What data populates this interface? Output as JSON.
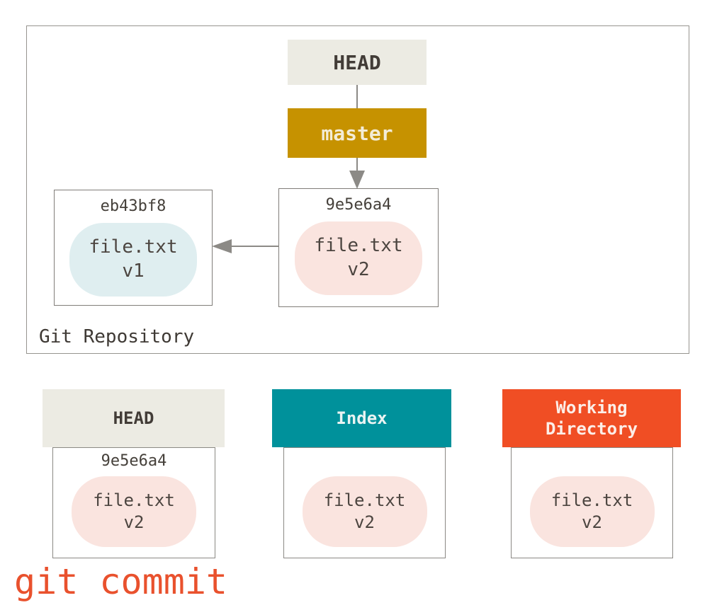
{
  "repo": {
    "label": "Git Repository",
    "head_ref": "HEAD",
    "branch_ref": "master",
    "commits": [
      {
        "hash": "eb43bf8",
        "file": "file.txt",
        "version": "v1"
      },
      {
        "hash": "9e5e6a4",
        "file": "file.txt",
        "version": "v2"
      }
    ]
  },
  "trees": [
    {
      "title": "HEAD",
      "hash": "9e5e6a4",
      "file": "file.txt",
      "version": "v2"
    },
    {
      "title": "Index",
      "file": "file.txt",
      "version": "v2"
    },
    {
      "title": "Working Directory",
      "file": "file.txt",
      "version": "v2"
    }
  ],
  "command": "git commit",
  "colors": {
    "head_header_bg": "#ecebe3",
    "branch_bg": "#c69200",
    "index_header_bg": "#00919b",
    "working_dir_header_bg": "#f04e24",
    "blob_v1_bg": "#dfeef0",
    "blob_v2_bg": "#fae4df",
    "arrow_gray": "#8c8a86",
    "command_text": "#e9512d"
  }
}
